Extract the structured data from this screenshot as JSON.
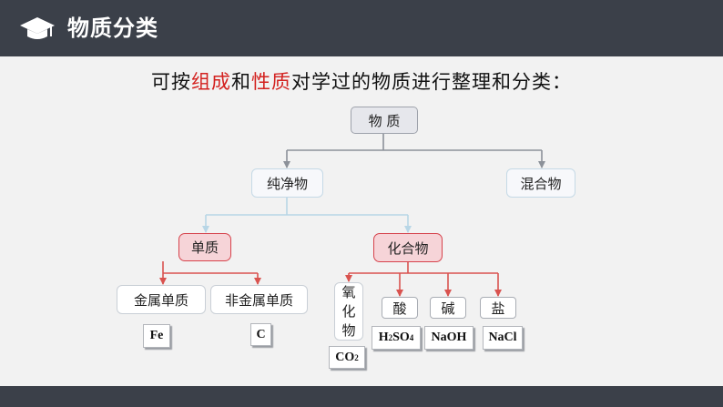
{
  "header": {
    "title": "物质分类",
    "icon": "graduation-cap-icon"
  },
  "subtitle": {
    "part1": "可按",
    "highlight1": "组成",
    "part2": "和",
    "highlight2": "性质",
    "part3": "对学过的物质进行整理和分类："
  },
  "tree": {
    "root": "物 质",
    "pure": "纯净物",
    "mixture": "混合物",
    "element": "单质",
    "compound": "化合物",
    "metal": "金属单质",
    "nonmetal": "非金属单质",
    "oxide": [
      "氧",
      "化",
      "物"
    ],
    "acid": "酸",
    "base": "碱",
    "salt": "盐"
  },
  "examples": {
    "metal": "Fe",
    "nonmetal": "C",
    "oxide": {
      "base": "CO",
      "sub": "2"
    },
    "acid": {
      "p1": "H",
      "s1": "2",
      "p2": "SO",
      "s2": "4"
    },
    "base": "NaOH",
    "salt": "NaCl"
  },
  "colors": {
    "header_bg": "#3b4049",
    "content_bg": "#f2f2f2",
    "highlight_text": "#d3211f",
    "red_box_fill": "#f6d4d8",
    "red_connector": "#d9534f",
    "gray_connector": "#8c9199",
    "blue_connector": "#b8d6e6"
  }
}
